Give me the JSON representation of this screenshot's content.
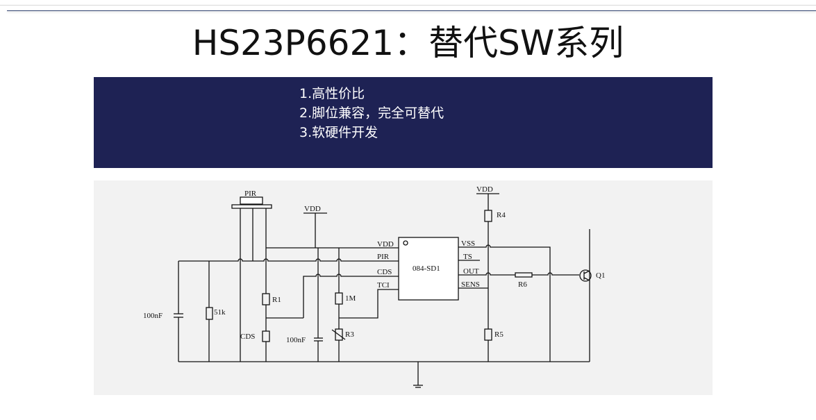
{
  "title": "HS23P6621：替代SW系列",
  "features": [
    "1.高性价比",
    "2.脚位兼容，完全可替代",
    "3.软硬件开发"
  ],
  "colors": {
    "banner": "#1e2254",
    "diagram_bg": "#f2f2f2"
  },
  "schematic": {
    "chip_label": "084-SD1",
    "left_pins": [
      "VDD",
      "PIR",
      "CDS",
      "TCI"
    ],
    "right_pins": [
      "VSS",
      "TS",
      "OUT",
      "SENS"
    ],
    "pir_label": "PIR",
    "vdd_label_1": "VDD",
    "vdd_label_2": "VDD",
    "cap1": "100nF",
    "res_51k": "51k",
    "r1": "R1",
    "cds": "CDS",
    "cap2": "100nF",
    "r_1m": "1M",
    "r3": "R3",
    "r4": "R4",
    "r5": "R5",
    "r6": "R6",
    "q1": "Q1"
  }
}
